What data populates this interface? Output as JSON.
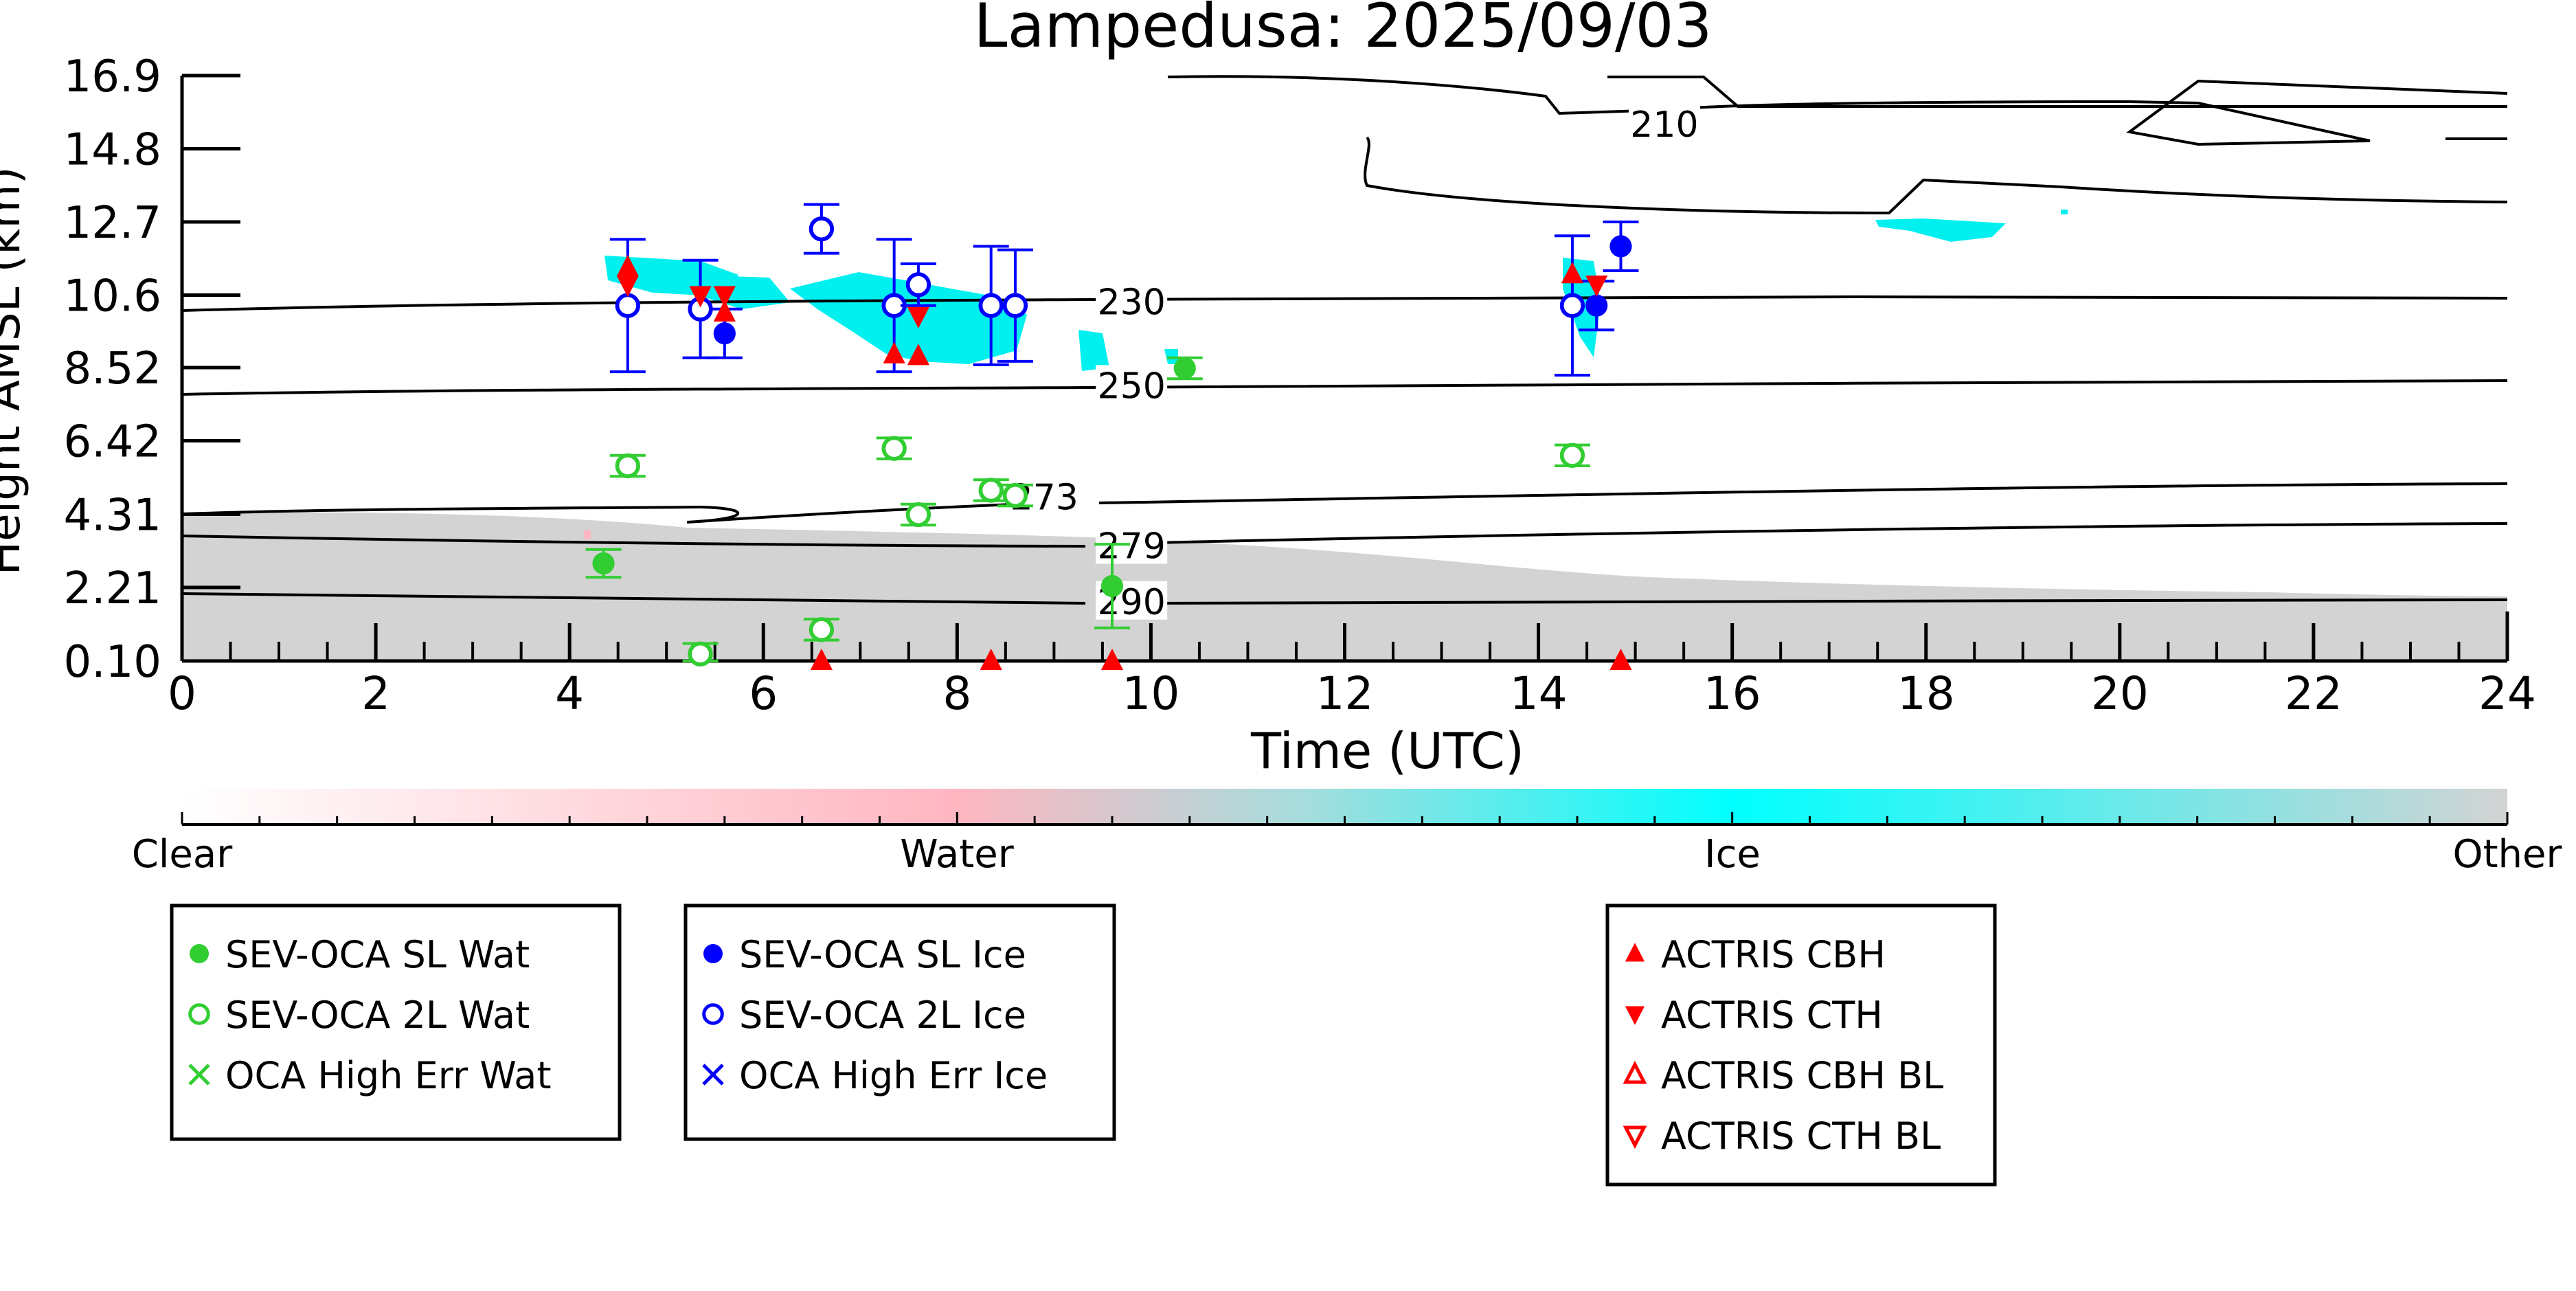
{
  "chart_data": {
    "type": "scatter",
    "title": "Lampedusa: 2025/09/03",
    "xlabel": "Time (UTC)",
    "ylabel": "Height AMSL (km)",
    "xlim": [
      0,
      24
    ],
    "ylim": [
      0.1,
      16.9
    ],
    "x_ticks": [
      "0",
      "2",
      "4",
      "6",
      "8",
      "10",
      "12",
      "14",
      "16",
      "18",
      "20",
      "22",
      "24"
    ],
    "y_ticks": [
      "0.10",
      "2.21",
      "4.31",
      "6.42",
      "8.52",
      "10.6",
      "12.7",
      "14.8",
      "16.9"
    ],
    "grid": false,
    "colorbar": {
      "labels": [
        "Clear",
        "Water",
        "Ice",
        "Other"
      ],
      "colors": [
        "#ffffff",
        "#ffb6c1",
        "#00ffff",
        "#d3d3d3"
      ]
    },
    "temperature_contours": [
      {
        "label": "210",
        "label_x": 15.3,
        "label_y": 15.5
      },
      {
        "label": "230",
        "label_x": 9.8,
        "label_y": 10.4
      },
      {
        "label": "250",
        "label_x": 9.8,
        "label_y": 8.0
      },
      {
        "label": "273",
        "label_x": 8.9,
        "label_y": 4.8
      },
      {
        "label": "279",
        "label_x": 9.8,
        "label_y": 3.4
      },
      {
        "label": "290",
        "label_x": 9.8,
        "label_y": 1.8
      }
    ],
    "series": [
      {
        "name": "SEV-OCA SL Wat",
        "color": "#32cd32",
        "marker": "filled-circle",
        "points": [
          {
            "x": 4.35,
            "y": 2.9,
            "err": 0.4
          },
          {
            "x": 9.6,
            "y": 2.25,
            "err": 1.2
          },
          {
            "x": 10.35,
            "y": 8.5,
            "err": 0.3
          }
        ]
      },
      {
        "name": "SEV-OCA 2L Wat",
        "color": "#32cd32",
        "marker": "open-circle",
        "points": [
          {
            "x": 4.6,
            "y": 5.7,
            "err": 0.3
          },
          {
            "x": 5.35,
            "y": 0.3,
            "err": 0.3
          },
          {
            "x": 6.6,
            "y": 1.0,
            "err": 0.3
          },
          {
            "x": 7.35,
            "y": 6.2,
            "err": 0.3
          },
          {
            "x": 7.6,
            "y": 4.3,
            "err": 0.3
          },
          {
            "x": 8.35,
            "y": 5.0,
            "err": 0.3
          },
          {
            "x": 8.6,
            "y": 4.85,
            "err": 0.3
          },
          {
            "x": 14.35,
            "y": 6.0,
            "err": 0.3
          }
        ]
      },
      {
        "name": "OCA High Err Wat",
        "color": "#32cd32",
        "marker": "x",
        "points": []
      },
      {
        "name": "SEV-OCA SL Ice",
        "color": "#0000ff",
        "marker": "filled-circle",
        "points": [
          {
            "x": 5.6,
            "y": 9.5,
            "err": 0.7
          },
          {
            "x": 14.6,
            "y": 10.3,
            "err": 0.7
          },
          {
            "x": 14.85,
            "y": 12.0,
            "err": 0.7
          }
        ]
      },
      {
        "name": "SEV-OCA 2L Ice",
        "color": "#0000ff",
        "marker": "open-circle",
        "points": [
          {
            "x": 4.6,
            "y": 10.3,
            "err": 1.9
          },
          {
            "x": 5.35,
            "y": 10.2,
            "err": 1.4
          },
          {
            "x": 6.6,
            "y": 12.5,
            "err": 0.7
          },
          {
            "x": 7.35,
            "y": 10.3,
            "err": 1.9
          },
          {
            "x": 7.6,
            "y": 10.9,
            "err": 0.6
          },
          {
            "x": 8.35,
            "y": 10.3,
            "err": 1.7
          },
          {
            "x": 8.6,
            "y": 10.3,
            "err": 1.6
          },
          {
            "x": 14.35,
            "y": 10.3,
            "err": 2.0
          }
        ]
      },
      {
        "name": "OCA High Err Ice",
        "color": "#0000ff",
        "marker": "x",
        "points": []
      },
      {
        "name": "ACTRIS CBH",
        "color": "#ff0000",
        "marker": "triangle-up",
        "points": [
          {
            "x": 4.6,
            "y": 11.4
          },
          {
            "x": 5.6,
            "y": 10.1
          },
          {
            "x": 7.35,
            "y": 8.9
          },
          {
            "x": 7.6,
            "y": 8.85
          },
          {
            "x": 14.35,
            "y": 11.2
          },
          {
            "x": 6.6,
            "y": 0.1
          },
          {
            "x": 8.35,
            "y": 0.1
          },
          {
            "x": 9.6,
            "y": 0.1
          },
          {
            "x": 14.85,
            "y": 0.1
          }
        ]
      },
      {
        "name": "ACTRIS CTH",
        "color": "#ff0000",
        "marker": "triangle-down",
        "points": [
          {
            "x": 4.6,
            "y": 10.9
          },
          {
            "x": 5.35,
            "y": 10.6
          },
          {
            "x": 5.6,
            "y": 10.6
          },
          {
            "x": 7.6,
            "y": 10.0
          },
          {
            "x": 14.6,
            "y": 10.9
          }
        ]
      },
      {
        "name": "ACTRIS CBH BL",
        "color": "#ff0000",
        "marker": "open-triangle-up",
        "points": []
      },
      {
        "name": "ACTRIS CTH BL",
        "color": "#ff0000",
        "marker": "open-triangle-down",
        "points": []
      }
    ],
    "legend_groups": [
      [
        "SEV-OCA SL Wat",
        "SEV-OCA 2L Wat",
        "OCA High Err Wat"
      ],
      [
        "SEV-OCA SL Ice",
        "SEV-OCA 2L Ice",
        "OCA High Err Ice"
      ],
      [
        "ACTRIS CBH",
        "ACTRIS CTH",
        "ACTRIS CBH BL",
        "ACTRIS CTH BL"
      ]
    ]
  }
}
